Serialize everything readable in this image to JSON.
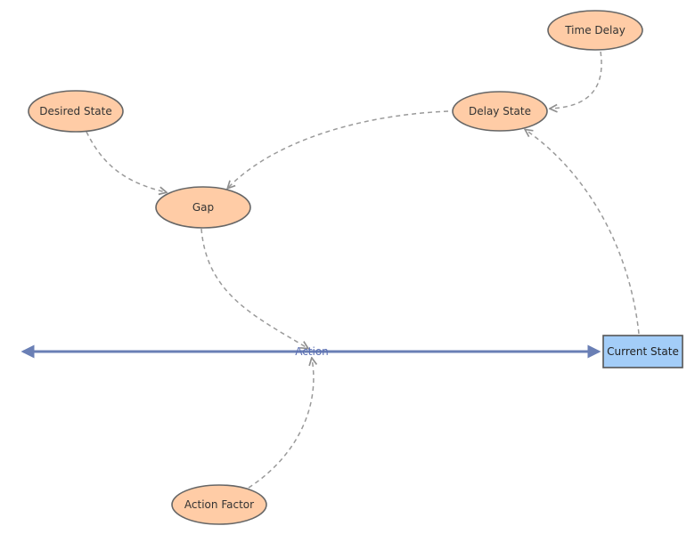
{
  "diagram": {
    "nodes": {
      "time_delay": "Time Delay",
      "desired_state": "Desired State",
      "delay_state": "Delay State",
      "gap": "Gap",
      "action_factor": "Action Factor"
    },
    "stock": {
      "current_state": "Current State"
    },
    "flow": {
      "action": "Action"
    },
    "colors": {
      "variable_fill": "#ffcca6",
      "variable_stroke": "#666666",
      "stock_fill": "#a3cdf8",
      "stock_stroke": "#555555",
      "flow_color": "#6a7fb5",
      "link_color": "#9a9a9a"
    }
  }
}
